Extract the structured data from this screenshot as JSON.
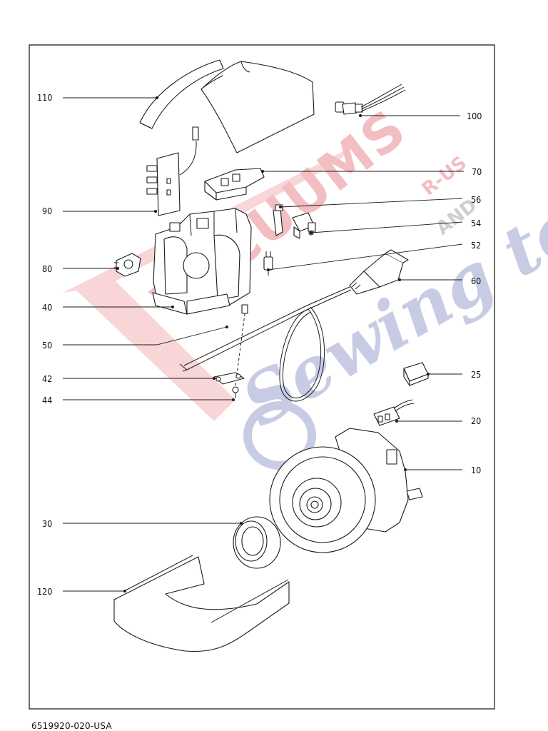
{
  "diagram": {
    "document_number": "6519920-020-USA",
    "callouts": [
      {
        "id": "110",
        "label": "110",
        "part": "upper-cover"
      },
      {
        "id": "100",
        "label": "100",
        "part": "switch-with-wires"
      },
      {
        "id": "70",
        "label": "70",
        "part": "switch-bracket"
      },
      {
        "id": "90",
        "label": "90",
        "part": "circuit-board"
      },
      {
        "id": "56",
        "label": "56",
        "part": "rocker-switch"
      },
      {
        "id": "54",
        "label": "54",
        "part": "switch-housing"
      },
      {
        "id": "52",
        "label": "52",
        "part": "connector-plug"
      },
      {
        "id": "60",
        "label": "60",
        "part": "power-plug"
      },
      {
        "id": "80",
        "label": "80",
        "part": "cable-clip"
      },
      {
        "id": "40",
        "label": "40",
        "part": "motor-housing-frame"
      },
      {
        "id": "50",
        "label": "50",
        "part": "power-cord"
      },
      {
        "id": "42",
        "label": "42",
        "part": "clamp-bracket"
      },
      {
        "id": "44",
        "label": "44",
        "part": "screw"
      },
      {
        "id": "25",
        "label": "25",
        "part": "capacitor"
      },
      {
        "id": "20",
        "label": "20",
        "part": "terminal-block"
      },
      {
        "id": "10",
        "label": "10",
        "part": "motor"
      },
      {
        "id": "30",
        "label": "30",
        "part": "motor-gasket-ring"
      },
      {
        "id": "120",
        "label": "120",
        "part": "lower-cover"
      }
    ]
  },
  "watermark": {
    "line1": "VACUUMS",
    "line2": "R-US",
    "line3": "AND",
    "line4": "Sewing too",
    "colors": {
      "red": "#e0404a",
      "blue": "#3d4e9c"
    }
  }
}
